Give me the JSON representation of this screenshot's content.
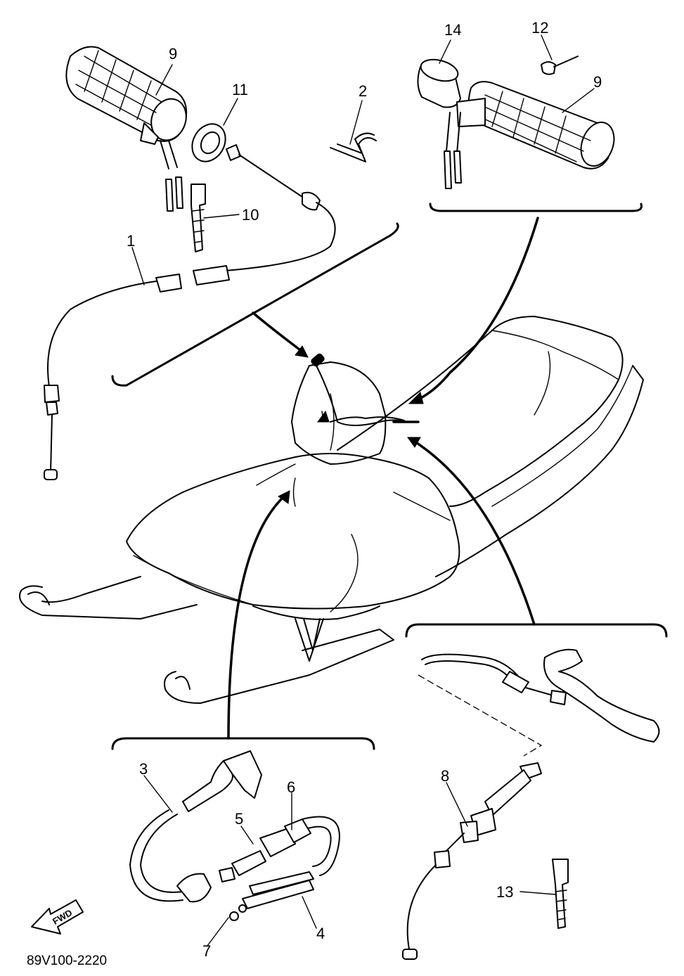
{
  "callouts": {
    "c1": "1",
    "c2": "2",
    "c3": "3",
    "c4": "4",
    "c5": "5",
    "c6": "6",
    "c7": "7",
    "c8": "8",
    "c9a": "9",
    "c9b": "9",
    "c10": "10",
    "c11": "11",
    "c12": "12",
    "c13": "13",
    "c14": "14"
  },
  "direction_label": "FWD",
  "diagram_code": "89V100-2220"
}
